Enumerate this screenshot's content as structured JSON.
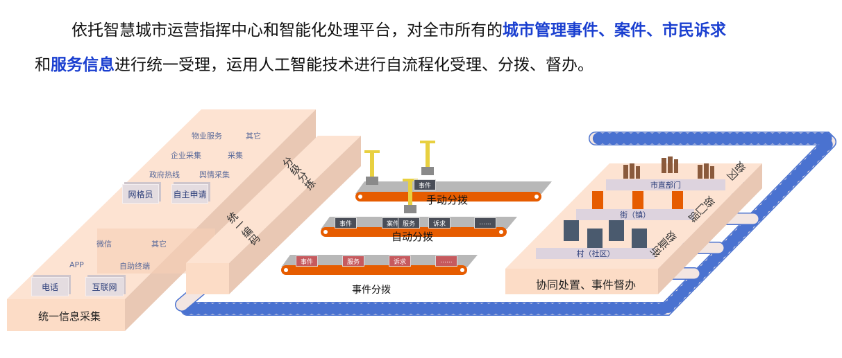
{
  "intro": {
    "line1_a": "依托智慧城市运营指挥中心和智能化处理平台，对全市所有的",
    "line1_hl": "城市管理事件、案件、市民诉求",
    "line2_a": "和",
    "line2_hl": "服务信息",
    "line2_b": "进行统一受理，运用人工智能技术进行自流程化受理、分拨、督办。",
    "highlight_color": "#1a3fd0"
  },
  "collection": {
    "title": "统一信息采集",
    "boxes": [
      "电话",
      "互联网",
      "网格员",
      "自主申请"
    ],
    "floating": [
      "APP",
      "自助终端",
      "微信",
      "其它",
      "政府热线",
      "舆情采集",
      "企业采集",
      "采集",
      "物业服务",
      "其它"
    ]
  },
  "coding": {
    "label1": "统一编码",
    "label2": "分级分拣"
  },
  "conveyors": {
    "manual": {
      "label": "手动分拨",
      "items": [
        "事件"
      ]
    },
    "auto": {
      "label": "自动分拨",
      "items": [
        "事件",
        "案件",
        "服务",
        "诉求",
        "......"
      ]
    },
    "event": {
      "label": "事件分拨",
      "items": [
        "事件",
        "服务",
        "诉求",
        "......"
      ]
    }
  },
  "disposal": {
    "title": "协同处置、事件督办",
    "tiers": [
      "市直部门",
      "街（镇）",
      "村（社区）"
    ],
    "levels": [
      "区级",
      "部门级",
      "街道级"
    ]
  },
  "colors": {
    "platform": "#fcdcc6",
    "belt": "#e65c00",
    "pipe": "#4a72d0"
  }
}
